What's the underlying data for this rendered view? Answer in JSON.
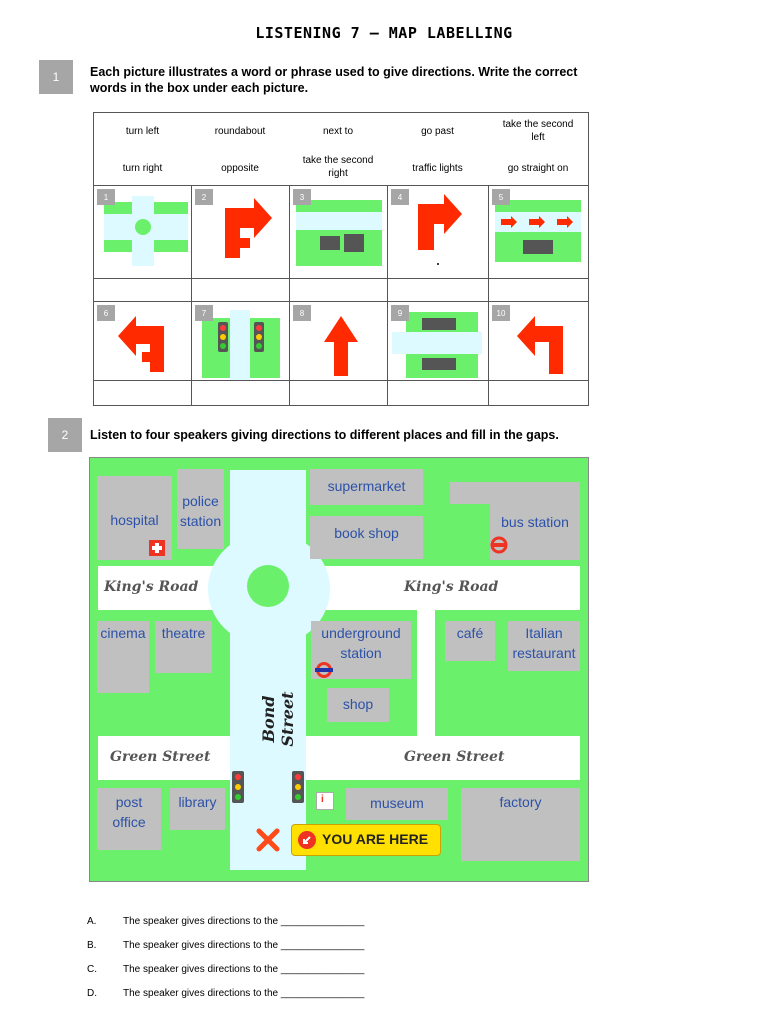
{
  "title": "LISTENING 7 – MAP LABELLING",
  "section1": {
    "number": "1",
    "instruction_line1": "Each picture illustrates a word or phrase used to give directions. Write the correct",
    "instruction_line2": "words in the box under each picture.",
    "words_row1": [
      "turn left",
      "roundabout",
      "next to",
      "go past",
      "take the second left"
    ],
    "words_row2": [
      "turn right",
      "opposite",
      "take the second right",
      "traffic lights",
      "go straight on"
    ],
    "picture_numbers": [
      "1",
      "2",
      "3",
      "4",
      "5",
      "6",
      "7",
      "8",
      "9",
      "10"
    ]
  },
  "section2": {
    "number": "2",
    "instruction": "Listen to four speakers giving directions to different places and fill in the gaps."
  },
  "map": {
    "hospital": "hospital",
    "police_line1": "police",
    "police_line2": "station",
    "supermarket": "supermarket",
    "book_shop": "book shop",
    "bus_station": "bus station",
    "kings_road_left": "King's Road",
    "kings_road_right": "King's Road",
    "cinema": "cinema",
    "theatre": "theatre",
    "underground_line1": "underground",
    "underground_line2": "station",
    "cafe": "café",
    "italian_line1": "Italian",
    "italian_line2": "restaurant",
    "shop": "shop",
    "bond_street": "Bond Street",
    "green_street_left": "Green Street",
    "green_street_right": "Green Street",
    "post_office_line1": "post",
    "post_office_line2": "office",
    "library": "library",
    "museum": "museum",
    "factory": "factory",
    "you_are_here": "YOU ARE HERE"
  },
  "questions": [
    {
      "letter": "A.",
      "text": "The speaker gives directions to the _______________"
    },
    {
      "letter": "B.",
      "text": "The speaker gives directions to the _______________"
    },
    {
      "letter": "C.",
      "text": "The speaker gives directions to the _______________"
    },
    {
      "letter": "D.",
      "text": "The speaker gives directions to the _______________"
    }
  ],
  "colors": {
    "green": "#6af06a",
    "light_blue": "#dcfaff",
    "arrow_red": "#ff2a00",
    "building_grey": "#c0c0c0",
    "label_blue": "#2c51a8"
  }
}
